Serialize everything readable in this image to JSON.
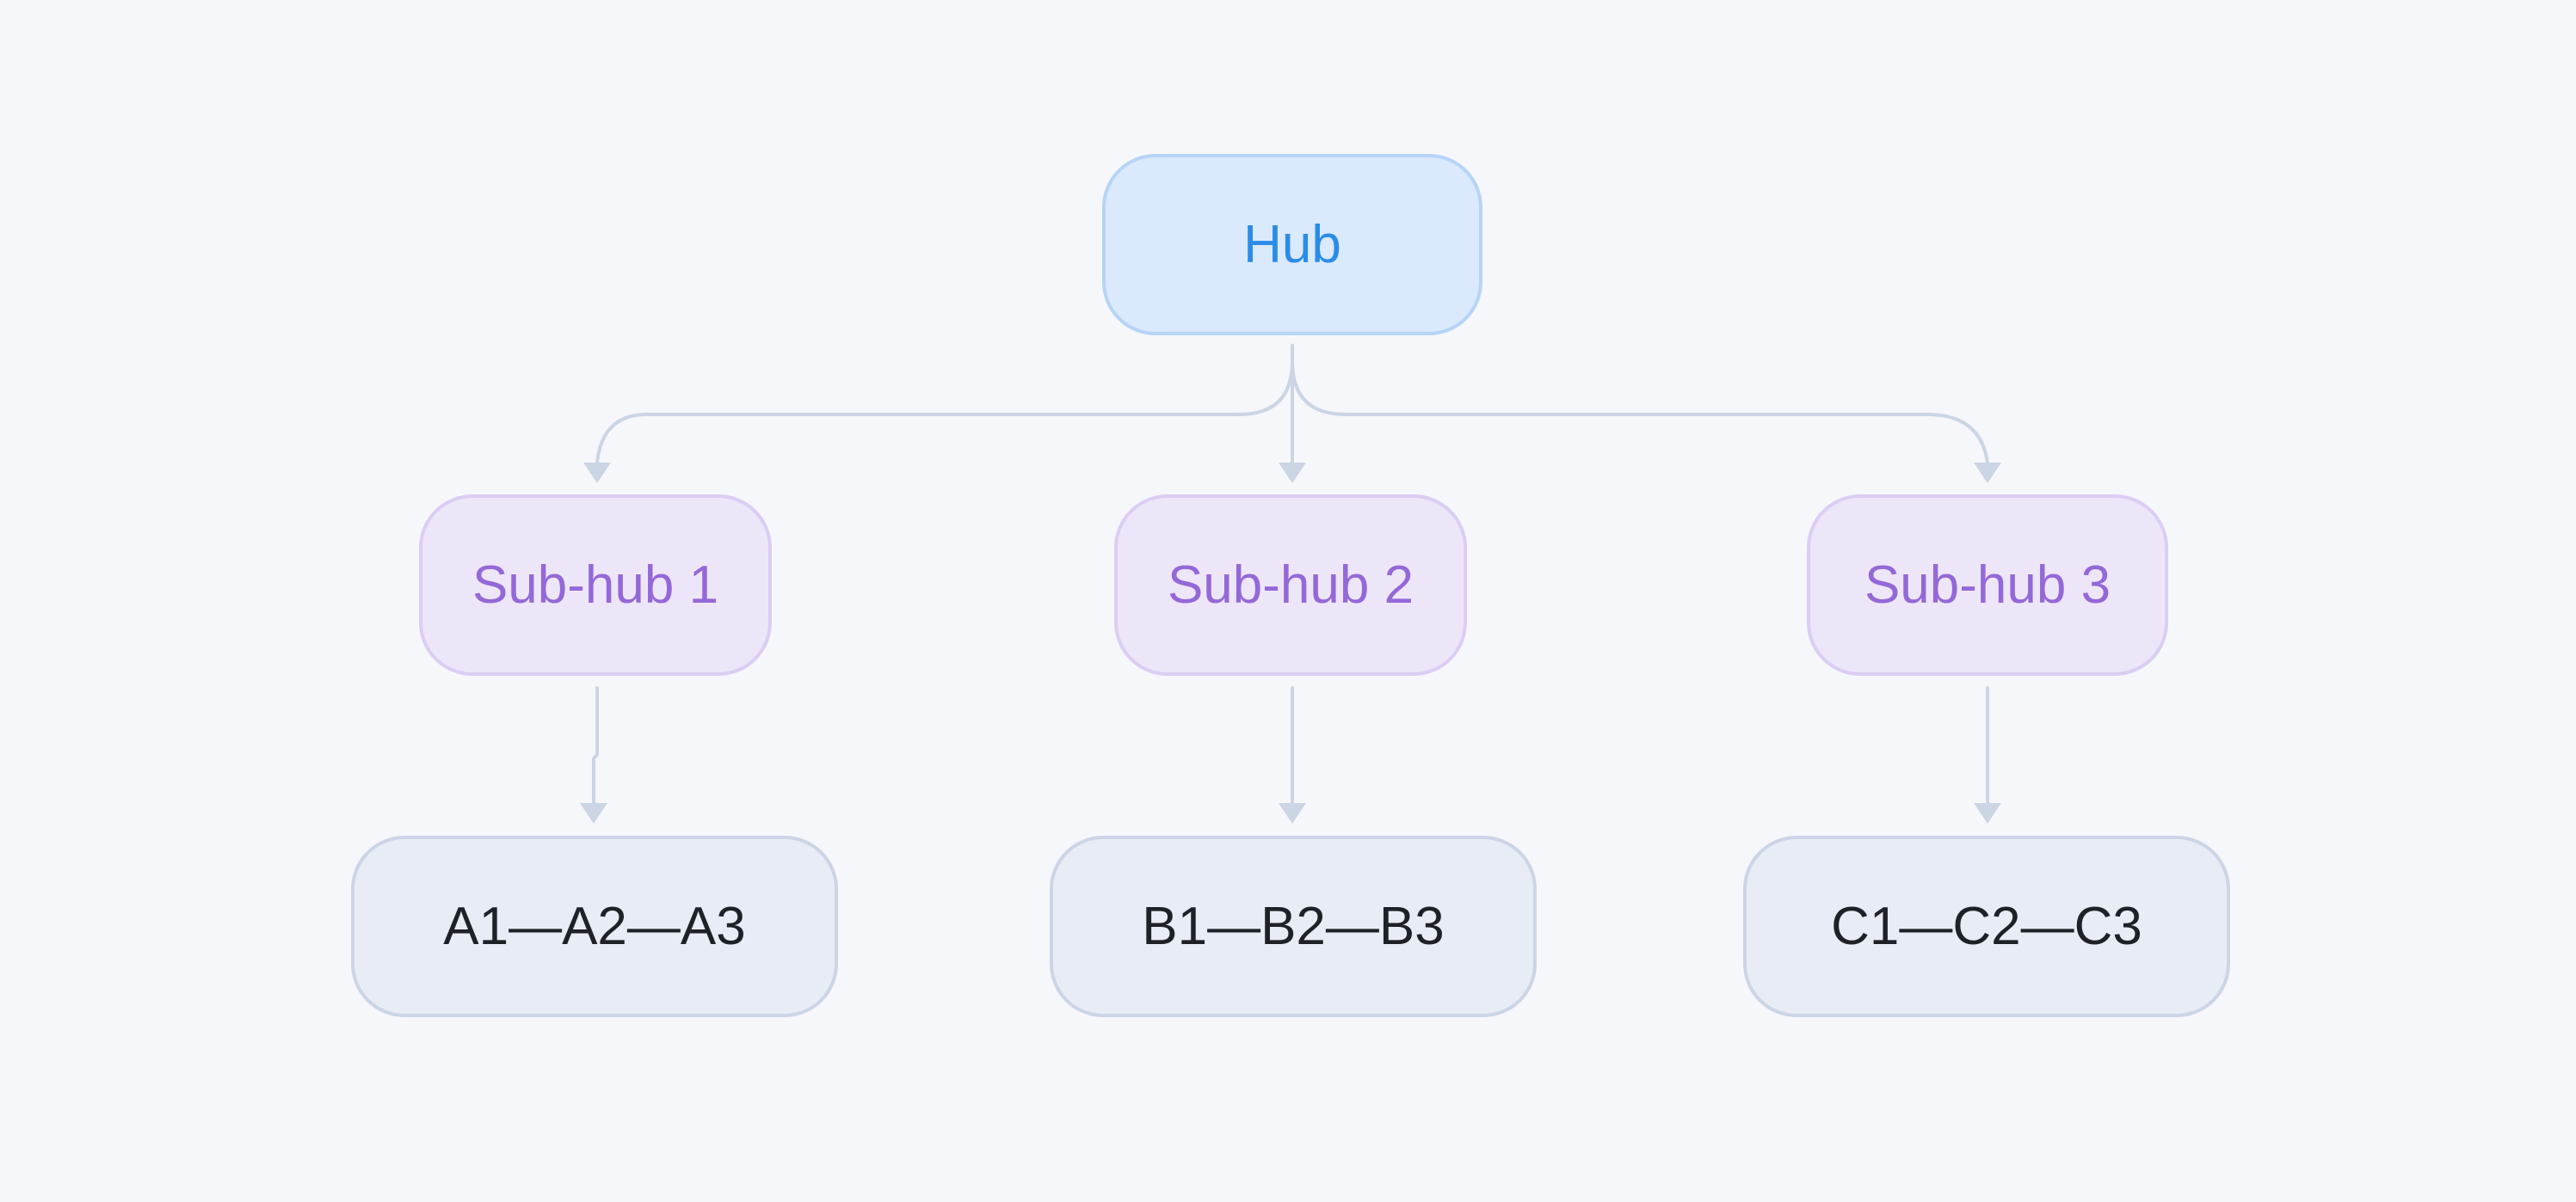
{
  "nodes": {
    "hub": {
      "label": "Hub"
    },
    "sub_hubs": [
      {
        "label": "Sub-hub 1"
      },
      {
        "label": "Sub-hub 2"
      },
      {
        "label": "Sub-hub 3"
      }
    ],
    "leaves": [
      {
        "label": "A1—A2—A3"
      },
      {
        "label": "B1—B2—B3"
      },
      {
        "label": "C1—C2—C3"
      }
    ]
  },
  "edges": [
    {
      "from": "Hub",
      "to": "Sub-hub 1"
    },
    {
      "from": "Hub",
      "to": "Sub-hub 2"
    },
    {
      "from": "Hub",
      "to": "Sub-hub 3"
    },
    {
      "from": "Sub-hub 1",
      "to": "A1—A2—A3"
    },
    {
      "from": "Sub-hub 2",
      "to": "B1—B2—B3"
    },
    {
      "from": "Sub-hub 3",
      "to": "C1—C2—C3"
    }
  ],
  "colors": {
    "background": "#f6f7fb",
    "hub_fill": "#dbe9fc",
    "hub_text": "#2a8ce8",
    "sub_hub_fill": "#ede6f9",
    "sub_hub_text": "#9468d8",
    "leaf_fill": "#e8ecf5",
    "leaf_text": "#1e2227",
    "edge": "#cbd5e3"
  }
}
